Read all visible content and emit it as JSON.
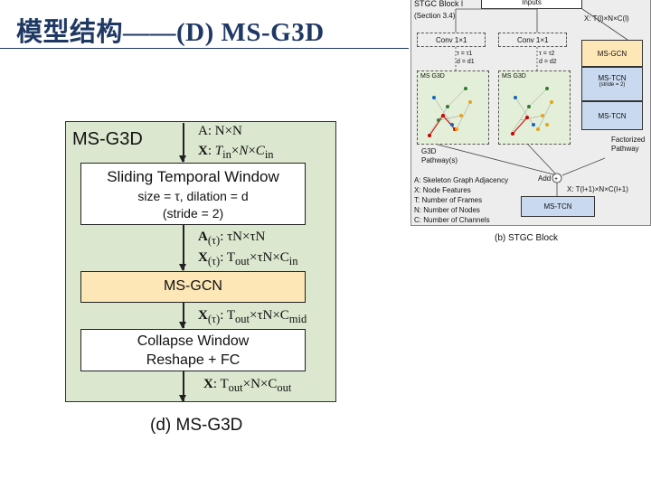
{
  "title": "模型结构——(D) MS-G3D",
  "left": {
    "panel_title": "MS-G3D",
    "input_A": "A: N×N",
    "input_X": "X: T",
    "input_X_sub": "in",
    "input_X_rest": "×N×C",
    "input_X_sub2": "in",
    "sliding_line1": "Sliding Temporal Window",
    "sliding_line2": "size = τ, dilation = d",
    "sliding_line3": "(stride = 2)",
    "a_tau": "A",
    "a_tau_sub": "(τ)",
    "a_tau_rest": ": τN×τN",
    "x_tau": "X",
    "x_tau_sub": "(τ)",
    "x_tau_rest": ": T",
    "x_tau_sub2": "out",
    "x_tau_rest2": "×τN×C",
    "x_tau_sub3": "in",
    "msgcn": "MS-GCN",
    "x_mid": "X",
    "x_mid_sub": "(τ)",
    "x_mid_rest": ": T",
    "x_mid_sub2": "out",
    "x_mid_rest2": "×τN×C",
    "x_mid_sub3": "mid",
    "collapse_line1": "Collapse Window",
    "collapse_line2": "Reshape + FC",
    "out_x": "X",
    "out_rest": ": T",
    "out_sub": "out",
    "out_rest2": "×N×C",
    "out_sub2": "out",
    "caption": "(d) MS-G3D"
  },
  "right": {
    "block_title": "STGC Block l",
    "section": "(Section 3.4)",
    "inputs": "Inputs",
    "x_in": "X: T(l)×N×C(l)",
    "conv1": "Conv 1×1",
    "conv2": "Conv 1×1",
    "tau1": "τ = τ1",
    "d1": "d = d1",
    "tau2": "τ = τ2",
    "d2": "d = d2",
    "msg3d_a": "MS G3D",
    "msg3d_b": "MS G3D",
    "g3d_path": "G3D",
    "g3d_path2": "Pathway(s)",
    "ms_gcn": "MS-GCN",
    "ms_tcn_stride": "MS-TCN",
    "stride_note": "(stride = 2)",
    "ms_tcn": "MS-TCN",
    "factorized": "Factorized",
    "pathway": "Pathway",
    "add": "Add",
    "x_out": "X: T(l+1)×N×C(l+1)",
    "legend": [
      "A: Skeleton Graph Adjacency",
      "X: Node Features",
      "T: Number of Frames",
      "N: Number of Nodes",
      "C: Number of Channels"
    ],
    "ms_tcn_final": "MS-TCN",
    "caption": "(b) STGC Block"
  },
  "colors": {
    "title": "#1f3864",
    "panel": "#dbe7cf",
    "msgcn": "#fde7b7",
    "blue_box": "#c9d9ef"
  }
}
